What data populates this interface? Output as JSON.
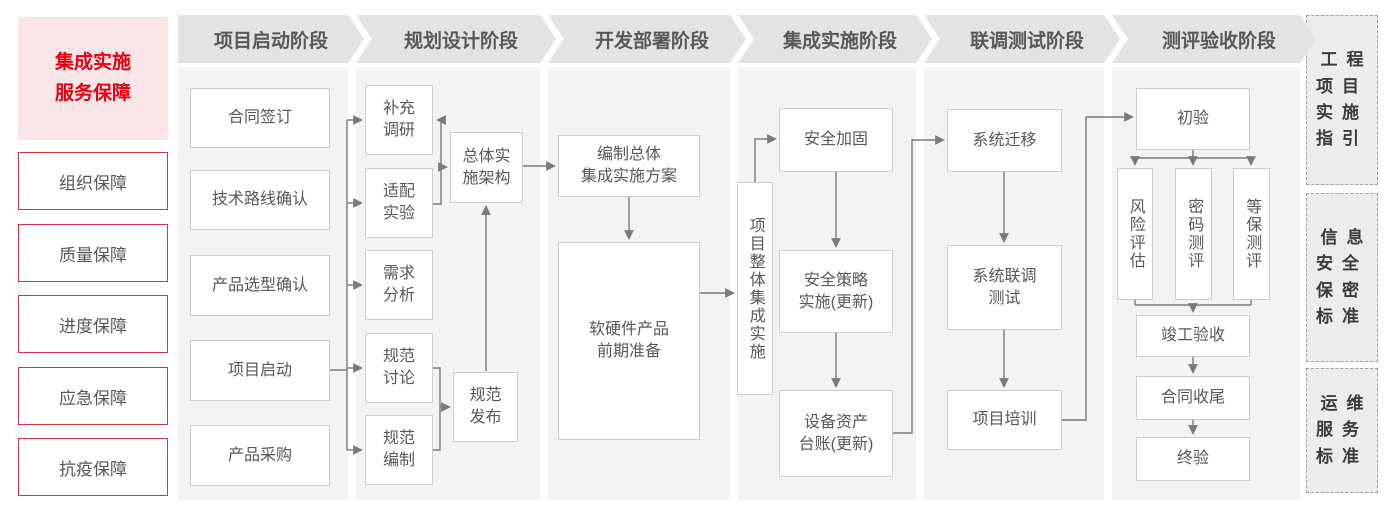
{
  "left_panel": {
    "title": "集成实施\n服务保障",
    "items": [
      {
        "label": "组织保障"
      },
      {
        "label": "质量保障"
      },
      {
        "label": "进度保障"
      },
      {
        "label": "应急保障"
      },
      {
        "label": "抗疫保障"
      }
    ]
  },
  "stages": [
    {
      "label": "项目启动阶段",
      "boxes": [
        {
          "label": "合同签订"
        },
        {
          "label": "技术路线确认"
        },
        {
          "label": "产品选型确认"
        },
        {
          "label": "项目启动"
        },
        {
          "label": "产品采购"
        }
      ]
    },
    {
      "label": "规划设计阶段",
      "boxes": [
        {
          "label": "补充\n调研"
        },
        {
          "label": "适配\n实验"
        },
        {
          "label": "总体实\n施架构"
        },
        {
          "label": "需求\n分析"
        },
        {
          "label": "规范\n讨论"
        },
        {
          "label": "规范\n编制"
        },
        {
          "label": "规范\n发布"
        }
      ]
    },
    {
      "label": "开发部署阶段",
      "boxes": [
        {
          "label": "编制总体\n集成实施方案"
        },
        {
          "label": "软硬件产品\n前期准备"
        }
      ]
    },
    {
      "label": "集成实施阶段",
      "boxes": [
        {
          "label": "项目整体集成实施"
        },
        {
          "label": "安全加固"
        },
        {
          "label": "安全策略\n实施(更新)"
        },
        {
          "label": "设备资产\n台账(更新)"
        }
      ]
    },
    {
      "label": "联调测试阶段",
      "boxes": [
        {
          "label": "系统迁移"
        },
        {
          "label": "系统联调\n测试"
        },
        {
          "label": "项目培训"
        }
      ]
    },
    {
      "label": "测评验收阶段",
      "boxes": [
        {
          "label": "初验"
        },
        {
          "label": "风险评估"
        },
        {
          "label": "密码测评"
        },
        {
          "label": "等保测评"
        },
        {
          "label": "竣工验收"
        },
        {
          "label": "合同收尾"
        },
        {
          "label": "终验"
        }
      ]
    }
  ],
  "right_panel": {
    "items": [
      {
        "label": "工程\n项目\n实施\n指引"
      },
      {
        "label": "信息\n安全\n保密\n标准"
      },
      {
        "label": "运维\n服务\n标准"
      }
    ]
  },
  "colors": {
    "accent_red": "#e60012",
    "pink_bg": "#fbe6e7",
    "crimson_border": "#d0354e",
    "panel_gray": "#f4f3f3",
    "banner_gray": "#e4e3e3",
    "text_gray": "#595757",
    "line_gray": "#7a7a7a"
  }
}
